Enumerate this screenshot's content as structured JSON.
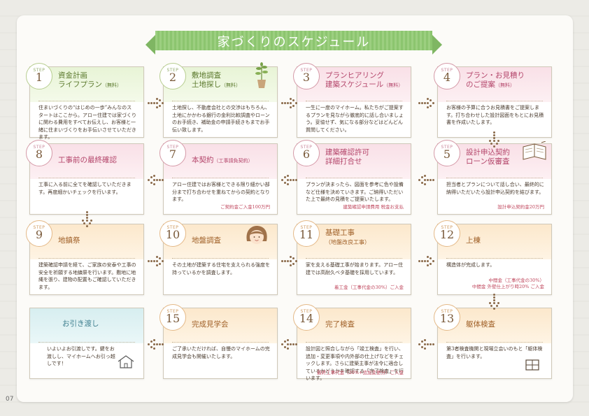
{
  "page_title": "家づくりのスケジュール",
  "page_number": "07",
  "steps": [
    {
      "label": "STEP",
      "num": "1",
      "title1": "資金計画",
      "title2": "ライフプラン",
      "title2_small": "（無料）",
      "body": "住まいづくりの“はじめの一歩”みんなのスタートはここから。アロー住建では家づくりに関わる費用をすべてお伝えし、お客様と一緒に住まいづくりをお手伝いさせていただきます。",
      "note": ""
    },
    {
      "label": "STEP",
      "num": "2",
      "title1": "敷地調査",
      "title1b": "土地探し",
      "title1b_small": "（無料）",
      "body": "土地探し、不動産会社との交渉はもちろん、土地にかかわる銀行の金利比較調査やローンのお手続き、補助金の申請手続きもまでお手伝い致します。",
      "note": ""
    },
    {
      "label": "STEP",
      "num": "3",
      "title1": "プランヒアリング",
      "title2": "建築スケジュール",
      "title2_small": "（無料）",
      "body": "一生に一度のマイホーム。私たちがご提案するプランを見ながら徹底的に話し合いましょう。妥協せず、気になる部分などはどんどん質問してください。",
      "note": ""
    },
    {
      "label": "STEP",
      "num": "4",
      "title1": "プラン・お見積り",
      "title2": "のご提案",
      "title2_small": "（無料）",
      "body": "お客様の予算に合うお見積書をご提案します。打ち合わせした設計図面をもとにお見積書を作成いたします。",
      "note": ""
    },
    {
      "label": "STEP",
      "num": "5",
      "title1": "設計申込契約",
      "title2": "ローン仮審査",
      "body": "担当者とプランについて話し合い、最終的に納得いただいたら設計申込契約を結びます。",
      "note": "設計申込契約金20万円"
    },
    {
      "label": "STEP",
      "num": "6",
      "title1": "建築確認許可",
      "title2": "詳細打合せ",
      "body": "プランが決まったら、図面を参考に色や設備など仕様を決めていきます。ご納得いただいた上で最終の見積をご提案いたします。",
      "note": "建築確認申請費用 税金お支払"
    },
    {
      "label": "STEP",
      "num": "7",
      "title1": "本契約",
      "title1_small": "（工事請負契約）",
      "body": "アロー住建ではお客様とできる限り細かい部分まで打ち合わせを重ねてからの契約となります。",
      "note": "ご契約金ご入金100万円"
    },
    {
      "label": "STEP",
      "num": "8",
      "title1": "工事前の最終確認",
      "body": "工事に入る前に全てを確認していただきます。再度細かいチェックを行います。",
      "note": ""
    },
    {
      "label": "STEP",
      "num": "9",
      "title1": "地鎮祭",
      "body": "建築確認申請を経て、ご家族の安泰や工事の安全を祈願する地鎮祭を行います。敷地に地縄を張り、建物の配置もご確認していただきます。",
      "note": ""
    },
    {
      "label": "STEP",
      "num": "10",
      "title1": "地盤調査",
      "body": "その土地が建築する住宅を支えられる強度を持っているかを調査します。",
      "note": ""
    },
    {
      "label": "STEP",
      "num": "11",
      "title1": "基礎工事",
      "title2": "（地盤改良工事）",
      "body": "家を支える基礎工事が始まります。アロー住建では高耐久ベタ基礎を採用しています。",
      "note": "着工金（工事代金の30%）ご入金"
    },
    {
      "label": "STEP",
      "num": "12",
      "title1": "上棟",
      "body": "構造体が完成します。",
      "note1": "中間金（工事代金の30%）",
      "note2": "中間金 外壁仕上がり時20% ご入金"
    },
    {
      "label": "STEP",
      "num": "13",
      "title1": "躯体検査",
      "body": "第3者検査機関と現場立会いのもと「躯体検査」を行います。",
      "note": ""
    },
    {
      "label": "STEP",
      "num": "14",
      "title1": "完了検査",
      "body": "設計図と照合しながら「竣工検査」を行い、追加・変更事項や内外部の仕上げなどをチェックします。さらに建築主事が法令に適合しているかどうかを確認する「完了検査」を行います。",
      "note": "最終工事代金（20%+追加変更分）ご入金"
    },
    {
      "label": "STEP",
      "num": "15",
      "title1": "完成見学会",
      "body": "ご了承いただければ、自慢のマイホームの完成見学会も開催いたします。",
      "note": ""
    }
  ],
  "final": {
    "title": "お引き渡し",
    "body": "いよいよお引渡しです。鍵をお渡しし、マイホームへお引っ越しです！"
  }
}
